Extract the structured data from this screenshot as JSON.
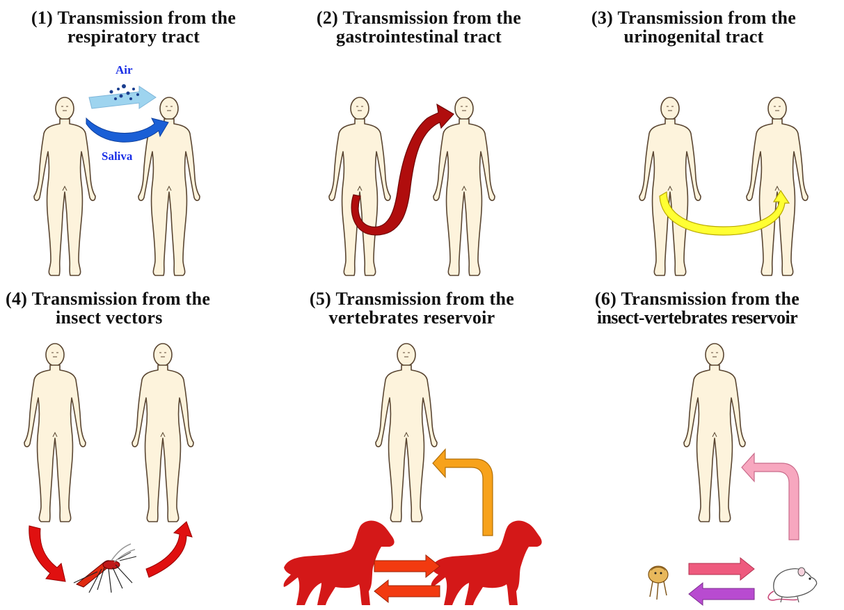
{
  "panels": [
    {
      "number": "(1)",
      "line1": "Transmission from the",
      "line2": "respiratory tract",
      "labels": {
        "air": "Air",
        "saliva": "Saliva"
      }
    },
    {
      "number": "(2)",
      "line1": "Transmission from the",
      "line2": "gastrointestinal tract"
    },
    {
      "number": "(3)",
      "line1": "Transmission from the",
      "line2": "urinogenital tract"
    },
    {
      "number": "(4)",
      "line1": "Transmission from the",
      "line2": "insect vectors"
    },
    {
      "number": "(5)",
      "line1": "Transmission from the",
      "line2": "vertebrates reservoir"
    },
    {
      "number": "(6)",
      "line1": "Transmission from the",
      "line2": "insect-vertebrates reservoir"
    }
  ],
  "colors": {
    "skin": "#fdf3dc",
    "outline": "#5a4632",
    "respiratory_arrow": "#1a5fd6",
    "air_arrow": "#9ed4ef",
    "label_blue": "#1a2fe6",
    "gi_arrow": "#b00d0d",
    "urinogenital_arrow": "#ffff33",
    "vector_arrow": "#e01010",
    "dog": "#d41818",
    "exchange_arrow": "#f23a10",
    "orange_arrow": "#f7a21b",
    "pink_arrow": "#f7a7bf",
    "rat_to_flea_arrow": "#b84bd0",
    "flea_to_rat_arrow": "#ee5a7e"
  },
  "icons": [
    "human-figure",
    "mosquito-icon",
    "dog-icon",
    "flea-icon",
    "rat-icon"
  ]
}
